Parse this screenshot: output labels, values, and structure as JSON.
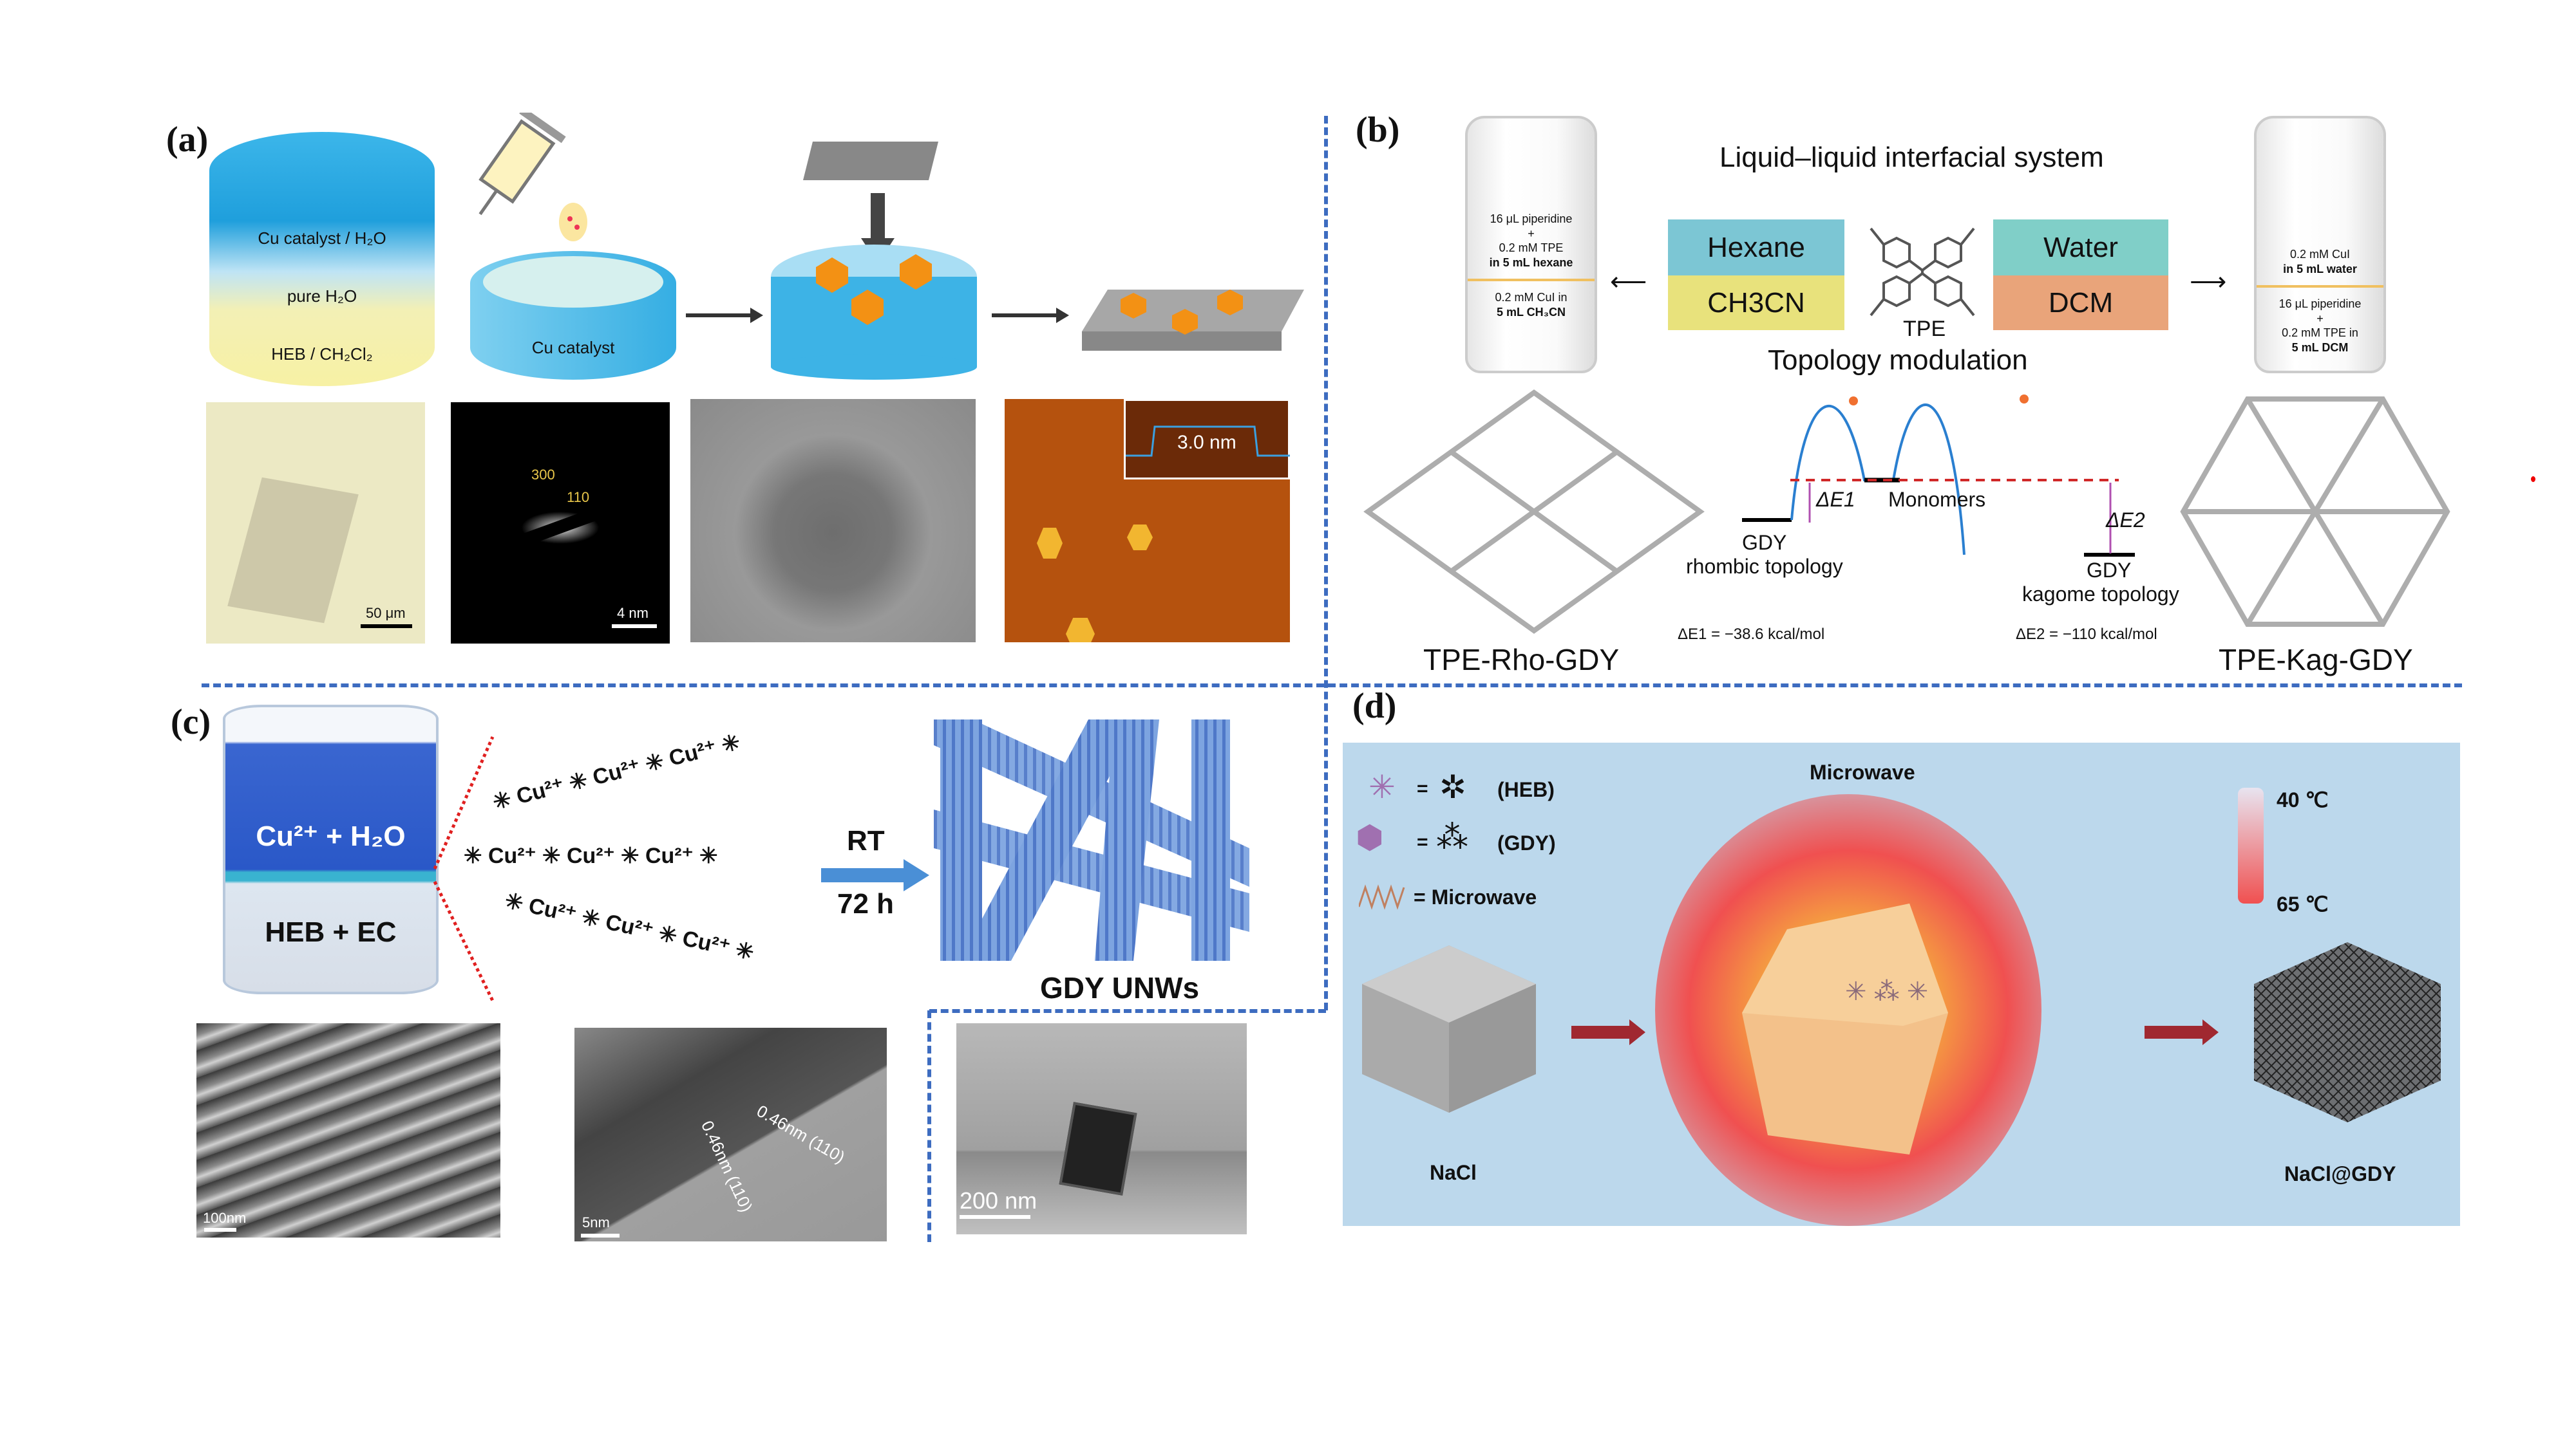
{
  "panels": {
    "a": "(a)",
    "b": "(b)",
    "c": "(c)",
    "d": "(d)"
  },
  "a": {
    "layers": [
      "Cu catalyst / H₂O",
      "pure H₂O",
      "HEB / CH₂Cl₂"
    ],
    "dish_label": "Cu catalyst",
    "afm_height": "3.0 nm",
    "sa_ed": {
      "spot1": "300",
      "spot2": "110"
    },
    "scalebars": {
      "optical": "50 μm",
      "saed": "4 nm"
    }
  },
  "b": {
    "title": "Liquid–liquid interfacial system",
    "left_vial": {
      "top": [
        "16 μL piperidine",
        "+",
        "0.2 mM TPE",
        "in 5 mL hexane"
      ],
      "bottom": [
        "0.2 mM CuI in",
        "5 mL CH₃CN"
      ]
    },
    "right_vial": {
      "top": [
        "0.2 mM CuI",
        "in 5 mL water"
      ],
      "bottom": [
        "16 μL piperidine",
        "+",
        "0.2 mM TPE in",
        "5 mL DCM"
      ]
    },
    "boxes": {
      "hexane": "Hexane",
      "ch3cn": "CH3CN",
      "water": "Water",
      "dcm": "DCM"
    },
    "colors": {
      "hexane": "#7cc6d4",
      "ch3cn": "#e8e27c",
      "water": "#80cfc8",
      "dcm": "#e9a47a"
    },
    "tpe": "TPE",
    "subtitle": "Topology modulation",
    "energy": {
      "de1": "ΔE1",
      "de2": "ΔE2",
      "monomers": "Monomers",
      "gdy1": "GDY",
      "rhombic": "rhombic topology",
      "gdy2": "GDY",
      "kagome": "kagome topology",
      "de1_value": "ΔE1 = −38.6 kcal/mol",
      "de2_value": "ΔE2 = −110 kcal/mol"
    },
    "left_name": "TPE-Rho-GDY",
    "right_name": "TPE-Kag-GDY"
  },
  "c": {
    "top_layer": "Cu²⁺ + H₂O",
    "bottom_layer": "HEB + EC",
    "cu": "Cu²⁺",
    "condition1": "RT",
    "condition2": "72 h",
    "product": "GDY UNWs",
    "scalebars": {
      "sem": "100nm",
      "hrtem": "5nm",
      "tem": "200 nm"
    },
    "lattice": {
      "a": "0.46nm",
      "a_hkl": "(110)",
      "b": "0.46nm",
      "b_hkl": "(110)"
    }
  },
  "d": {
    "legend": {
      "heb": "(HEB)",
      "gdy": "(GDY)",
      "microwave": "= Microwave",
      "eq": "="
    },
    "microwave_title": "Microwave",
    "temp_top": "40 ℃",
    "temp_bottom": "65 ℃",
    "start": "NaCl",
    "end": "NaCl@GDY",
    "bg": "#bcd8ec"
  }
}
